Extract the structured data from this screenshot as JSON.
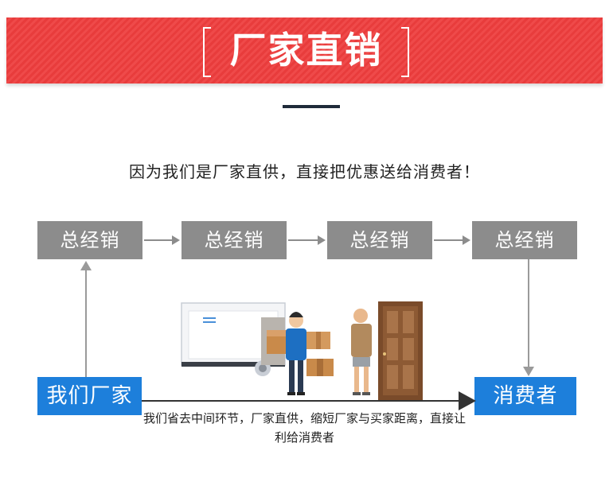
{
  "banner": {
    "title": "厂家直销"
  },
  "intro": {
    "text": "因为我们是厂家直供，直接把优惠送给消费者！"
  },
  "flow": {
    "distributors": [
      "总经销",
      "总经销",
      "总经销",
      "总经销"
    ],
    "factory": "我们厂家",
    "consumer": "消费者",
    "note": "我们省去中间环节，厂家直供，缩短厂家与买家距离，直接让利给消费者"
  },
  "colors": {
    "banner_red": "#ee4444",
    "distributor_gray": "#8c8c8c",
    "accent_blue": "#1d7fdb"
  },
  "illustration": {
    "icons": [
      "delivery-truck-icon",
      "courier-icon",
      "package-icon",
      "customer-icon",
      "door-icon"
    ]
  }
}
